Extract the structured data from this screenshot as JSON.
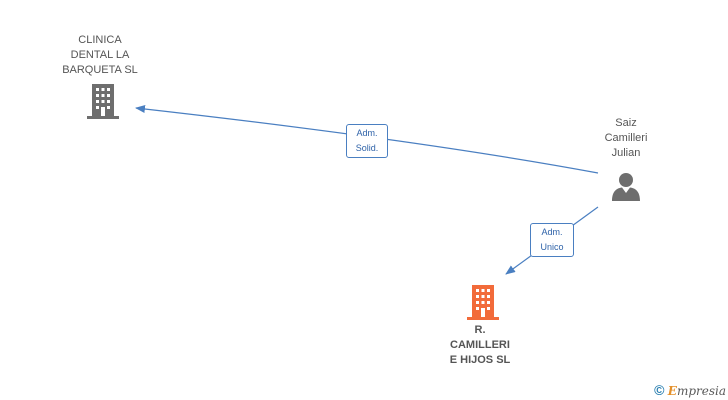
{
  "nodes": {
    "clinica": {
      "label_lines": [
        "CLINICA",
        "DENTAL LA",
        "BARQUETA SL"
      ],
      "type": "company",
      "color": "#6e6e6e"
    },
    "saiz": {
      "label_lines": [
        "Saiz",
        "Camilleri",
        "Julian"
      ],
      "type": "person",
      "color": "#6e6e6e"
    },
    "camilleri": {
      "label_lines": [
        "R.",
        "CAMILLERI",
        "E HIJOS SL"
      ],
      "type": "company",
      "color": "#f26b3a"
    }
  },
  "edges": [
    {
      "from": "saiz",
      "to": "clinica",
      "label_lines": [
        "Adm.",
        "Solid."
      ]
    },
    {
      "from": "saiz",
      "to": "camilleri",
      "label_lines": [
        "Adm.",
        "Unico"
      ]
    }
  ],
  "edge_color": "#4a7fc1",
  "footer": {
    "copyright": "©",
    "brand_first": "E",
    "brand_rest": "mpresia"
  }
}
